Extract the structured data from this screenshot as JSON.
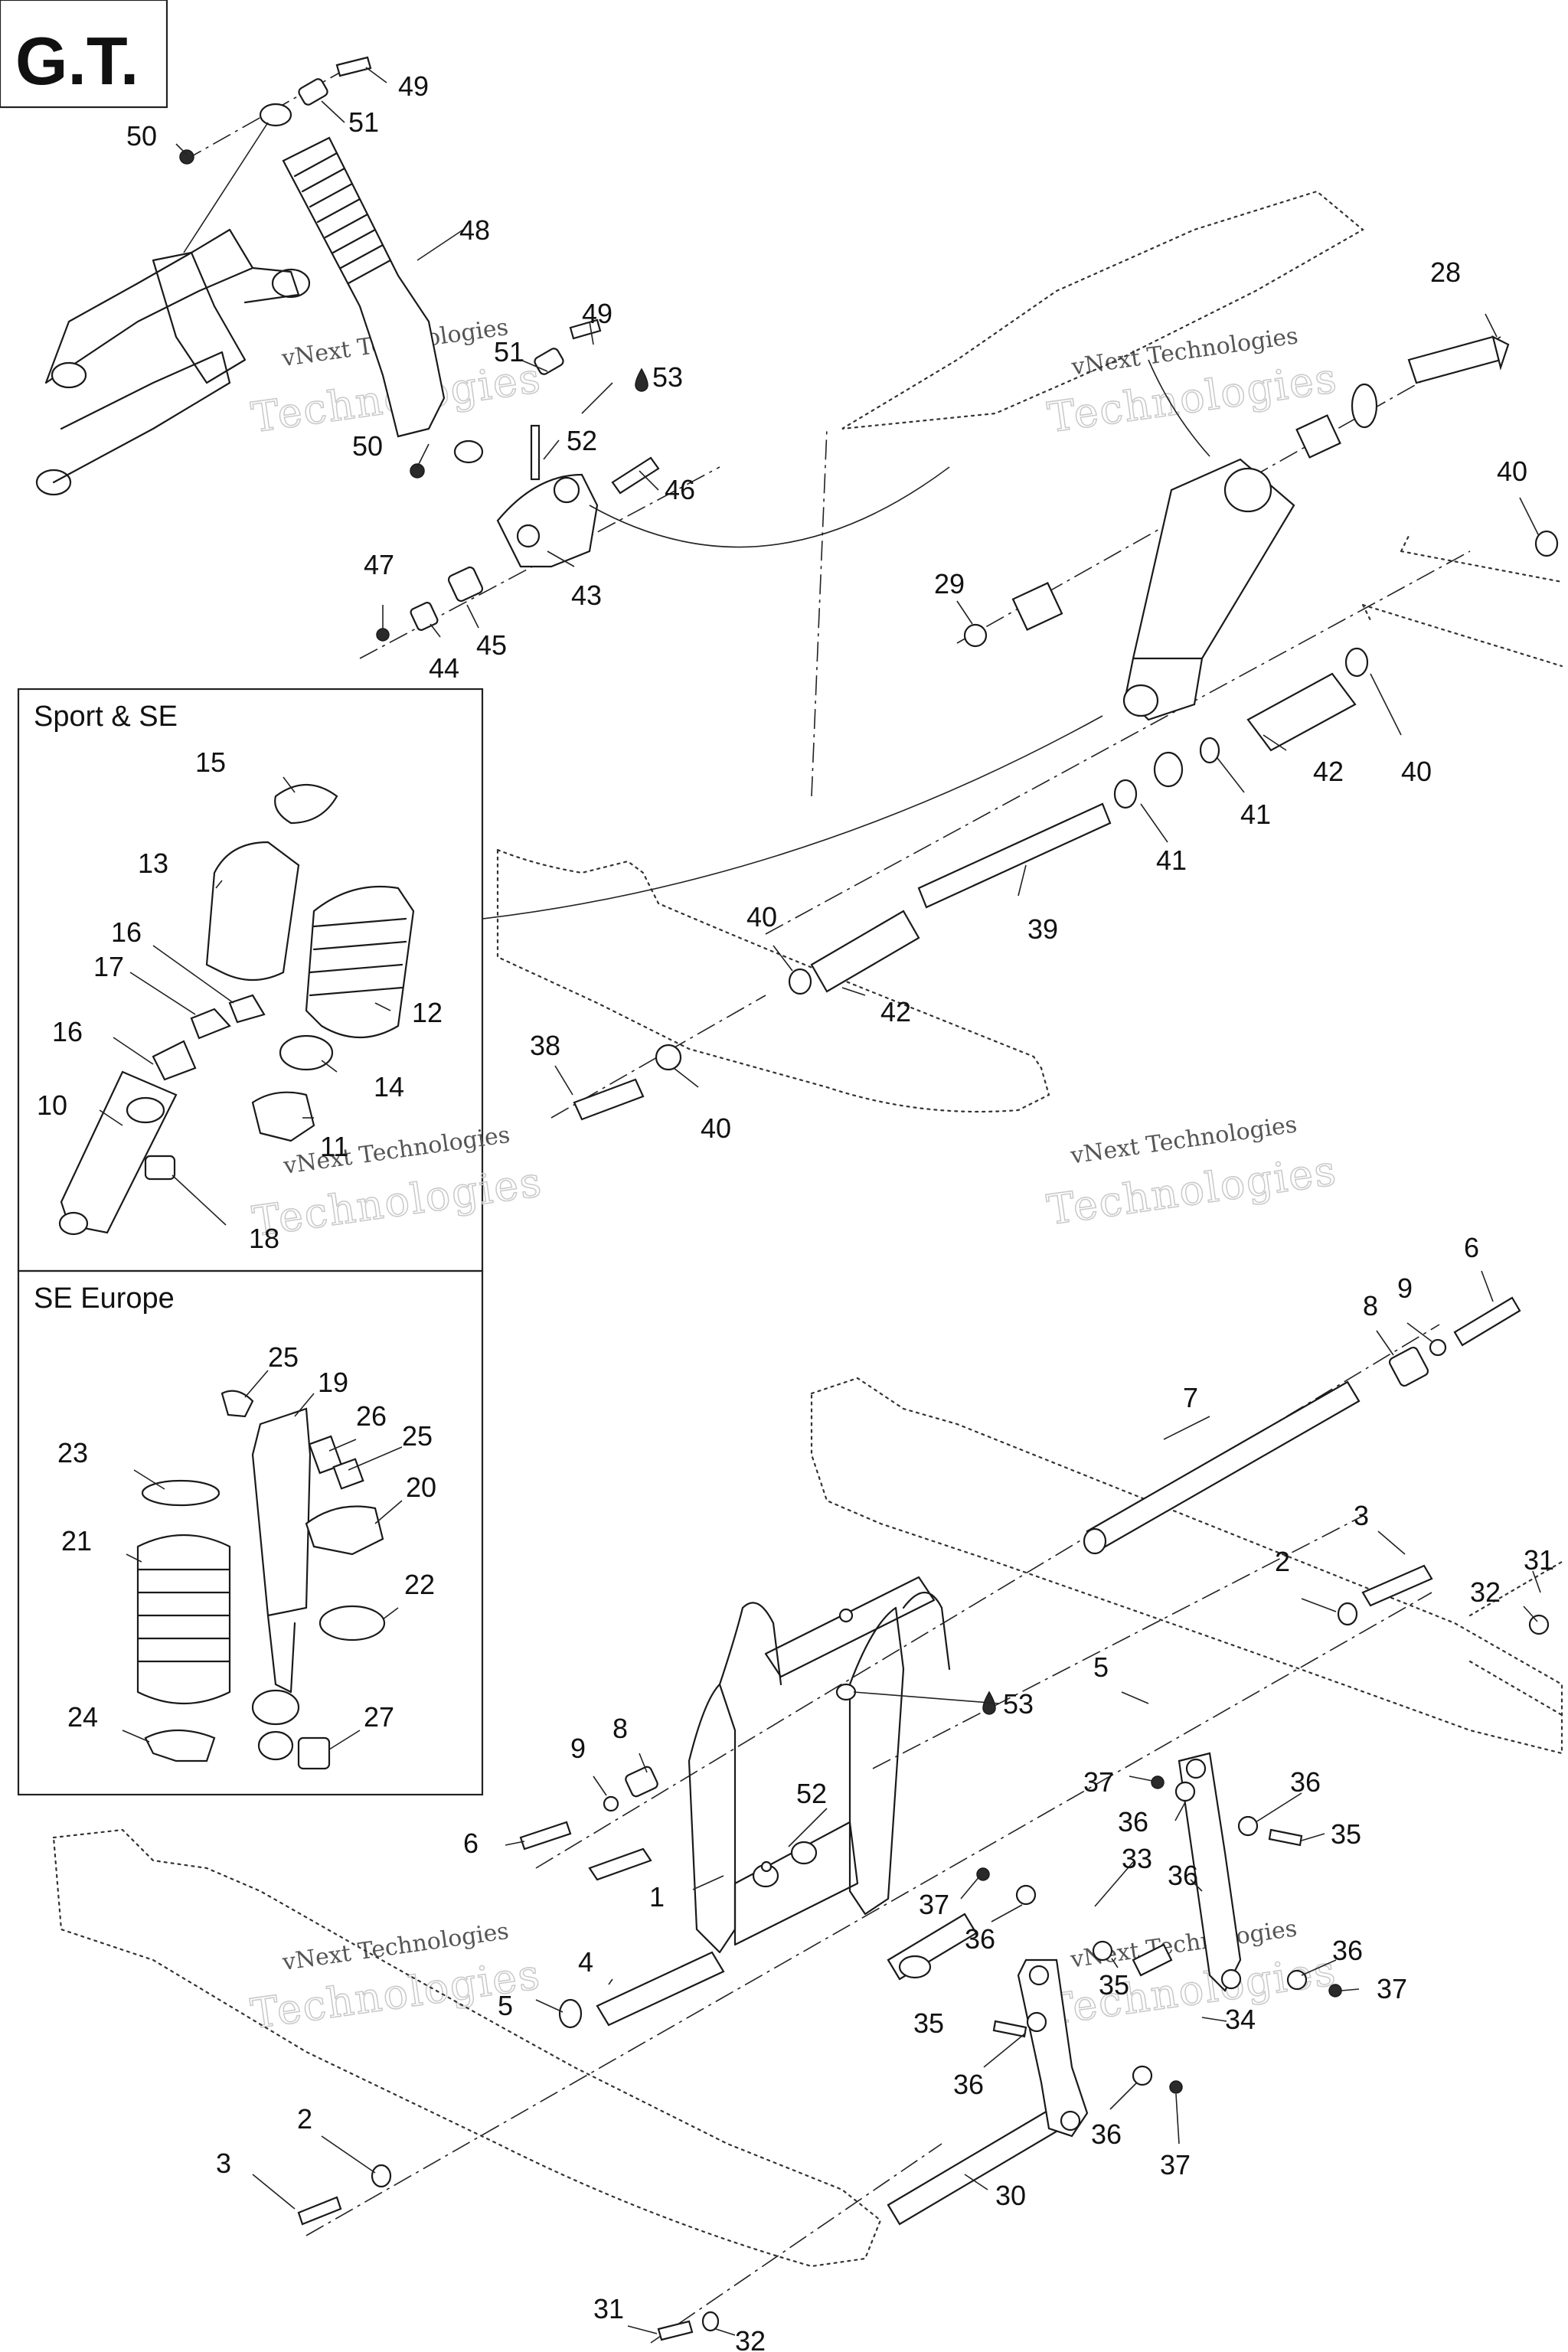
{
  "header": {
    "model_code": "G.T."
  },
  "boxes": {
    "sport_se": {
      "title": "Sport & SE"
    },
    "se_europe": {
      "title": "SE Europe"
    }
  },
  "watermark": {
    "line1": "vNext Technologies",
    "line2": "Technologies"
  },
  "drop_icon": "oil-drop-icon",
  "callouts": [
    {
      "id": "c49a",
      "label": "49"
    },
    {
      "id": "c51a",
      "label": "51"
    },
    {
      "id": "c50a",
      "label": "50"
    },
    {
      "id": "c48",
      "label": "48"
    },
    {
      "id": "c49b",
      "label": "49"
    },
    {
      "id": "c51b",
      "label": "51"
    },
    {
      "id": "c53a",
      "label": "53"
    },
    {
      "id": "c50b",
      "label": "50"
    },
    {
      "id": "c52a",
      "label": "52"
    },
    {
      "id": "c46",
      "label": "46"
    },
    {
      "id": "c43",
      "label": "43"
    },
    {
      "id": "c47",
      "label": "47"
    },
    {
      "id": "c45",
      "label": "45"
    },
    {
      "id": "c44",
      "label": "44"
    },
    {
      "id": "c28",
      "label": "28"
    },
    {
      "id": "c40a",
      "label": "40"
    },
    {
      "id": "c29",
      "label": "29"
    },
    {
      "id": "c42a",
      "label": "42"
    },
    {
      "id": "c40b",
      "label": "40"
    },
    {
      "id": "c41a",
      "label": "41"
    },
    {
      "id": "c41b",
      "label": "41"
    },
    {
      "id": "c39",
      "label": "39"
    },
    {
      "id": "c40c",
      "label": "40"
    },
    {
      "id": "c42b",
      "label": "42"
    },
    {
      "id": "c38",
      "label": "38"
    },
    {
      "id": "c40d",
      "label": "40"
    },
    {
      "id": "c15",
      "label": "15"
    },
    {
      "id": "c13",
      "label": "13"
    },
    {
      "id": "c16a",
      "label": "16"
    },
    {
      "id": "c17",
      "label": "17"
    },
    {
      "id": "c12",
      "label": "12"
    },
    {
      "id": "c16b",
      "label": "16"
    },
    {
      "id": "c14",
      "label": "14"
    },
    {
      "id": "c10",
      "label": "10"
    },
    {
      "id": "c11",
      "label": "11"
    },
    {
      "id": "c18",
      "label": "18"
    },
    {
      "id": "c25a",
      "label": "25"
    },
    {
      "id": "c19",
      "label": "19"
    },
    {
      "id": "c26",
      "label": "26"
    },
    {
      "id": "c25b",
      "label": "25"
    },
    {
      "id": "c23",
      "label": "23"
    },
    {
      "id": "c20",
      "label": "20"
    },
    {
      "id": "c21",
      "label": "21"
    },
    {
      "id": "c22",
      "label": "22"
    },
    {
      "id": "c24",
      "label": "24"
    },
    {
      "id": "c27",
      "label": "27"
    },
    {
      "id": "c6a",
      "label": "6"
    },
    {
      "id": "c8a",
      "label": "8"
    },
    {
      "id": "c9a",
      "label": "9"
    },
    {
      "id": "c7",
      "label": "7"
    },
    {
      "id": "c3a",
      "label": "3"
    },
    {
      "id": "c2a",
      "label": "2"
    },
    {
      "id": "c31a",
      "label": "31"
    },
    {
      "id": "c32a",
      "label": "32"
    },
    {
      "id": "c5a",
      "label": "5"
    },
    {
      "id": "c53b",
      "label": "53"
    },
    {
      "id": "c9b",
      "label": "9"
    },
    {
      "id": "c8b",
      "label": "8"
    },
    {
      "id": "c52b",
      "label": "52"
    },
    {
      "id": "c37a",
      "label": "37"
    },
    {
      "id": "c36a",
      "label": "36"
    },
    {
      "id": "c36b",
      "label": "36"
    },
    {
      "id": "c35a",
      "label": "35"
    },
    {
      "id": "c6b",
      "label": "6"
    },
    {
      "id": "c1",
      "label": "1"
    },
    {
      "id": "c33",
      "label": "33"
    },
    {
      "id": "c36c",
      "label": "36"
    },
    {
      "id": "c37b",
      "label": "37"
    },
    {
      "id": "c36d",
      "label": "36"
    },
    {
      "id": "c4",
      "label": "4"
    },
    {
      "id": "c35b",
      "label": "35"
    },
    {
      "id": "c36e",
      "label": "36"
    },
    {
      "id": "c37c",
      "label": "37"
    },
    {
      "id": "c5b",
      "label": "5"
    },
    {
      "id": "c35c",
      "label": "35"
    },
    {
      "id": "c34",
      "label": "34"
    },
    {
      "id": "c36f",
      "label": "36"
    },
    {
      "id": "c2b",
      "label": "2"
    },
    {
      "id": "c36g",
      "label": "36"
    },
    {
      "id": "c3b",
      "label": "3"
    },
    {
      "id": "c37d",
      "label": "37"
    },
    {
      "id": "c30",
      "label": "30"
    },
    {
      "id": "c31b",
      "label": "31"
    },
    {
      "id": "c32b",
      "label": "32"
    }
  ]
}
